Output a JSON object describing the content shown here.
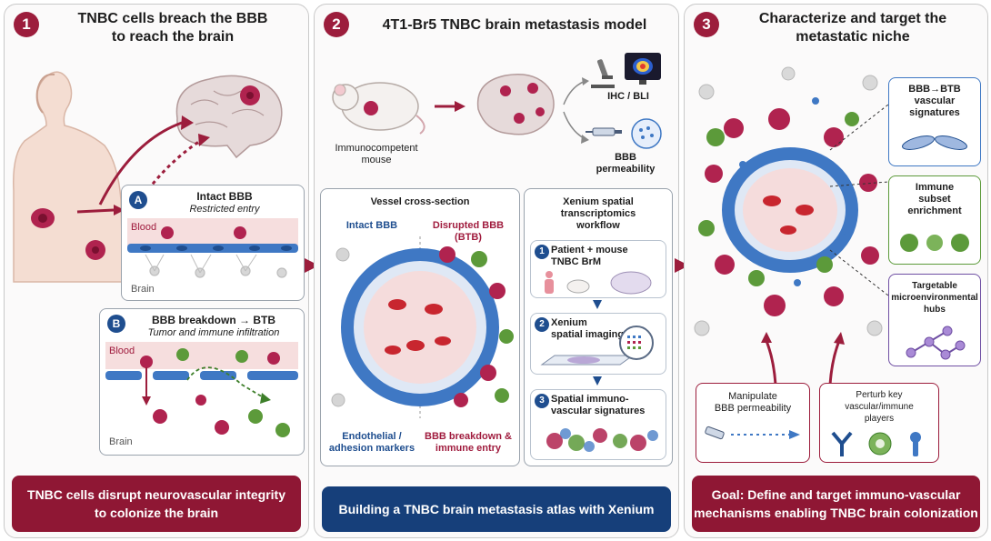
{
  "panel1": {
    "number": "1",
    "title_line1": "TNBC cells breach the BBB",
    "title_line2": "to reach the brain",
    "boxA": {
      "letter": "A",
      "title": "Intact BBB",
      "subtitle": "Restricted entry",
      "blood_label": "Blood",
      "brain_label": "Brain"
    },
    "boxB": {
      "letter": "B",
      "title": "BBB breakdown → BTB",
      "subtitle": "Tumor and immune infiltration",
      "blood_label": "Blood",
      "brain_label": "Brain"
    },
    "footer_line1": "TNBC cells disrupt neurovascular integrity",
    "footer_line2": "to colonize the brain"
  },
  "panel2": {
    "number": "2",
    "title": "4T1-Br5 TNBC brain metastasis model",
    "mouse_label_line1": "Immunocompetent",
    "mouse_label_line2": "mouse",
    "ihc_label": "IHC / BLI",
    "bbb_perm_line1": "BBB",
    "bbb_perm_line2": "permeability",
    "vessel": {
      "title": "Vessel cross-section",
      "left_label": "Intact BBB",
      "right_label": "Disrupted BBB (BTB)",
      "bottom_left_line1": "Endothelial /",
      "bottom_left_line2": "adhesion markers",
      "bottom_right_line1": "BBB breakdown &",
      "bottom_right_line2": "immune entry"
    },
    "xenium": {
      "title_line1": "Xenium spatial",
      "title_line2": "transcriptomics",
      "title_line3": "workflow",
      "step1_num": "1",
      "step1_line1": "Patient + mouse",
      "step1_line2": "TNBC BrM",
      "step2_num": "2",
      "step2_line1": "Xenium",
      "step2_line2": "spatial imaging",
      "step3_num": "3",
      "step3_line1": "Spatial immuno-",
      "step3_line2": "vascular signatures"
    },
    "footer": "Building a TNBC brain metastasis atlas with Xenium"
  },
  "panel3": {
    "number": "3",
    "title_line1": "Characterize and target the",
    "title_line2": "metastatic niche",
    "side1_line1": "BBB→BTB",
    "side1_line2": "vascular",
    "side1_line3": "signatures",
    "side2_line1": "Immune",
    "side2_line2": "subset",
    "side2_line3": "enrichment",
    "side3_line1": "Targetable",
    "side3_line2": "microenvironmental",
    "side3_line3": "hubs",
    "action1_line1": "Manipulate",
    "action1_line2": "BBB permeability",
    "action2_line1": "Perturb key",
    "action2_line2": "vascular/immune",
    "action2_line3": "players",
    "footer_line1": "Goal: Define and target immuno-vascular",
    "footer_line2": "mechanisms enabling TNBC brain colonization"
  },
  "colors": {
    "accent_red": "#9c1d3c",
    "accent_blue": "#1f4e8f",
    "tumor_magenta": "#b0234f",
    "immune_green": "#5c9a3a",
    "vessel_blue": "#3f78c4"
  }
}
